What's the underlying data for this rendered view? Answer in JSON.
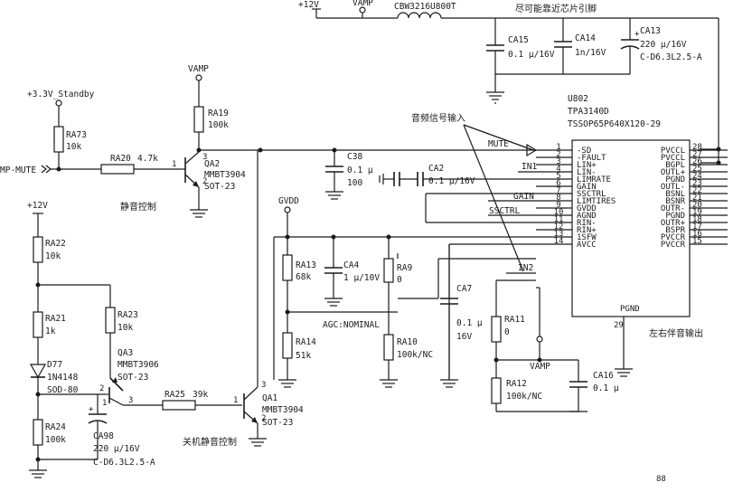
{
  "rails": {
    "v12_top": "+12V",
    "vamp_top": "VAMP",
    "v33": "+3.3V_Standby",
    "vamp_qa2": "VAMP",
    "gvdd": "GVDD",
    "v12_left": "+12V",
    "vamp_bottom": "VAMP"
  },
  "net_label": "MP-MUTE",
  "components": {
    "ferrite": {
      "ref": "CBW3216U800T"
    },
    "ca15": {
      "ref": "CA15",
      "value": "0.1 μ/16V"
    },
    "ca14": {
      "ref": "CA14",
      "value": "1n/16V"
    },
    "ca13": {
      "ref": "CA13",
      "value": "220 μ/16V",
      "package": "C-D6.3L2.5-A"
    },
    "ra73": {
      "ref": "RA73",
      "value": "10k"
    },
    "ra19": {
      "ref": "RA19",
      "value": "100k"
    },
    "ra20": {
      "ref": "RA20",
      "value": "4.7k"
    },
    "qa2": {
      "ref": "QA2",
      "part": "MMBT3904",
      "package": "SOT-23"
    },
    "c38": {
      "ref": "C38",
      "value": "0.1 μ",
      "value2": "100"
    },
    "ca2": {
      "ref": "CA2",
      "value": "0.1 μ/16V"
    },
    "ra22": {
      "ref": "RA22",
      "value": "10k"
    },
    "ra21": {
      "ref": "RA21",
      "value": "1k"
    },
    "ra23": {
      "ref": "RA23",
      "value": "10k"
    },
    "d77": {
      "ref": "D77",
      "part": "1N4148",
      "package": "SOD-80"
    },
    "qa3": {
      "ref": "QA3",
      "part": "MMBT3906",
      "package": "SOT-23"
    },
    "ra24": {
      "ref": "RA24",
      "value": "100k"
    },
    "ca98": {
      "ref": "CA98",
      "value": "220 μ/16V",
      "package": "C-D6.3L2.5-A"
    },
    "ra25": {
      "ref": "RA25",
      "value": "39k"
    },
    "qa1": {
      "ref": "QA1",
      "part": "MMBT3904",
      "package": "SOT-23"
    },
    "ra13": {
      "ref": "RA13",
      "value": "68k"
    },
    "ca4": {
      "ref": "CA4",
      "value": "1 μ/10V"
    },
    "ra9": {
      "ref": "RA9",
      "value": "0"
    },
    "ra14": {
      "ref": "RA14",
      "value": "51k"
    },
    "ra10": {
      "ref": "RA10",
      "value": "100k/NC"
    },
    "ca7": {
      "ref": "CA7",
      "value": "0.1 μ",
      "value2": "16V"
    },
    "ra11": {
      "ref": "RA11",
      "value": "0"
    },
    "ra12": {
      "ref": "RA12",
      "value": "100k/NC"
    },
    "ca16": {
      "ref": "CA16",
      "value": "0.1 μ"
    }
  },
  "ic": {
    "ref": "U802",
    "part": "TPA3140D",
    "package": "TSSOP65P640X120-29",
    "thermal_pin_name": "PGND",
    "thermal_pin_num": "29",
    "left_pins": [
      {
        "num": "1",
        "name": "-SD"
      },
      {
        "num": "2",
        "name": "-FAULT"
      },
      {
        "num": "3",
        "name": "LIN+"
      },
      {
        "num": "4",
        "name": "LIN-"
      },
      {
        "num": "5",
        "name": "LIMRATE"
      },
      {
        "num": "6",
        "name": "GAIN"
      },
      {
        "num": "7",
        "name": "SSCTRL"
      },
      {
        "num": "8",
        "name": "LIMTIRES"
      },
      {
        "num": "9",
        "name": "GVDD"
      },
      {
        "num": "10",
        "name": "AGND"
      },
      {
        "num": "11",
        "name": "RIN-"
      },
      {
        "num": "12",
        "name": "RIN+"
      },
      {
        "num": "13",
        "name": "1SFW"
      },
      {
        "num": "14",
        "name": "AVCC"
      }
    ],
    "right_pins": [
      {
        "num": "28",
        "name": "PVCCL"
      },
      {
        "num": "27",
        "name": "PVCCL"
      },
      {
        "num": "26",
        "name": "BGPL"
      },
      {
        "num": "25",
        "name": "OUTL+"
      },
      {
        "num": "24",
        "name": "PGND"
      },
      {
        "num": "23",
        "name": "OUTL-"
      },
      {
        "num": "22",
        "name": "BSNL"
      },
      {
        "num": "21",
        "name": "BSNR"
      },
      {
        "num": "20",
        "name": "OUTR-"
      },
      {
        "num": "19",
        "name": "PGND"
      },
      {
        "num": "18",
        "name": "OUTR+"
      },
      {
        "num": "17",
        "name": "BSPR"
      },
      {
        "num": "16",
        "name": "PVCCR"
      },
      {
        "num": "15",
        "name": "PVCCR"
      }
    ]
  },
  "signals": {
    "mute": "MUTE",
    "in1": "IN1",
    "in2": "IN2",
    "gain": "GAIN",
    "ssctrl": "SSCTRL",
    "agc": "AGC:NOMINAL"
  },
  "annotations": {
    "near_pins": "尽可能靠近芯片引脚",
    "audio_in": "音频信号输入",
    "mute_ctrl": "静音控制",
    "power_off_mute": "关机静音控制",
    "lr_out": "左右伴音输出",
    "corner_mark": "88"
  }
}
